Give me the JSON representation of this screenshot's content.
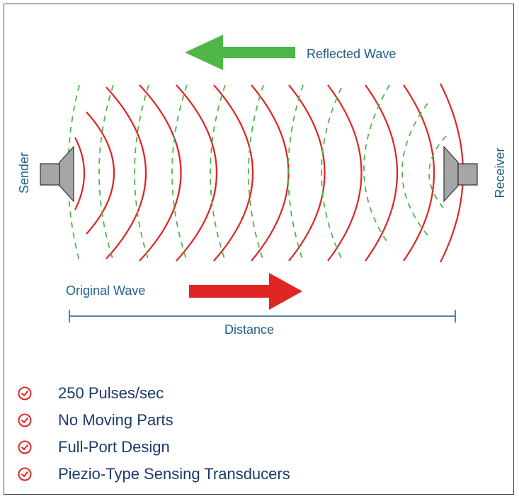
{
  "labels": {
    "reflected": "Reflected Wave",
    "original": "Original Wave",
    "distance": "Distance",
    "sender": "Sender",
    "receiver": "Receiver"
  },
  "features": [
    "250 Pulses/sec",
    "No Moving Parts",
    "Full-Port Design",
    "Piezio-Type Sensing Transducers"
  ],
  "colors": {
    "original_wave": "#e02525",
    "reflected_wave": "#4fb748",
    "label_text": "#1f5f8b",
    "feature_text": "#1b3a6b",
    "check_icon": "#e02525",
    "transducer": "#a6a6a6"
  },
  "icons": {
    "feature_bullet": "check-circle-icon",
    "sender": "speaker-icon",
    "receiver": "speaker-icon"
  }
}
